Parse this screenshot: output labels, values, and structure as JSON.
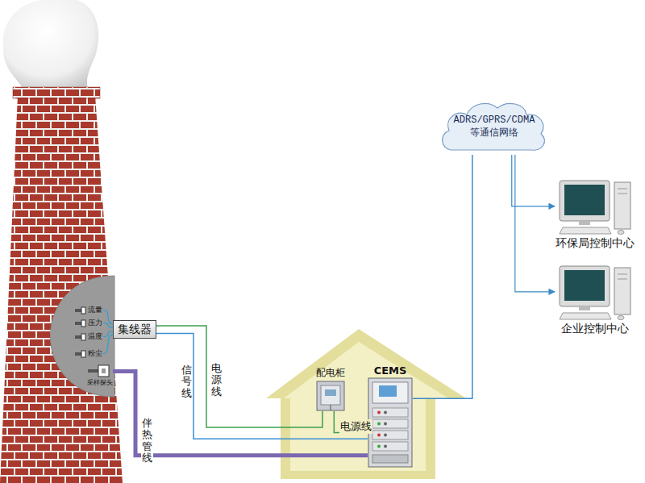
{
  "diagram": {
    "nodes": [
      {
        "text": [
          "ADRS/GPRS/CDMA 等通信网络"
        ]
      },
      {
        "text": [
          "环保局控制中心"
        ]
      },
      {
        "text": [
          "企业控制中心"
        ]
      },
      {
        "text": [
          "流量"
        ]
      },
      {
        "text": [
          "压力"
        ]
      },
      {
        "text": [
          "温度"
        ]
      },
      {
        "text": [
          "粉尘"
        ]
      },
      {
        "text": [
          "集线器"
        ]
      },
      {
        "text": [
          "采样探头"
        ]
      },
      {
        "text": [
          "配电柜"
        ]
      },
      {
        "text": [
          "CEMS"
        ]
      }
    ],
    "edges": [
      {
        "from": 3,
        "to": 7,
        "arrow": "none"
      },
      {
        "from": 4,
        "to": 7,
        "arrow": "none"
      },
      {
        "from": 5,
        "to": 7,
        "arrow": "none"
      },
      {
        "from": 6,
        "to": 7,
        "arrow": "none"
      },
      {
        "from": 7,
        "to": 10,
        "label": "信号线",
        "arrow": "none"
      },
      {
        "from": 7,
        "to": 9,
        "label": "电源线",
        "arrow": "none"
      },
      {
        "from": 9,
        "to": 10,
        "label": "电源线",
        "arrow": "none"
      },
      {
        "from": 8,
        "to": 10,
        "label": "伴热管线",
        "arrow": "none"
      },
      {
        "from": 10,
        "to": 0,
        "arrow": "none"
      },
      {
        "from": 0,
        "to": 1,
        "arrow": "to"
      },
      {
        "from": 0,
        "to": 2,
        "arrow": "to"
      }
    ]
  }
}
